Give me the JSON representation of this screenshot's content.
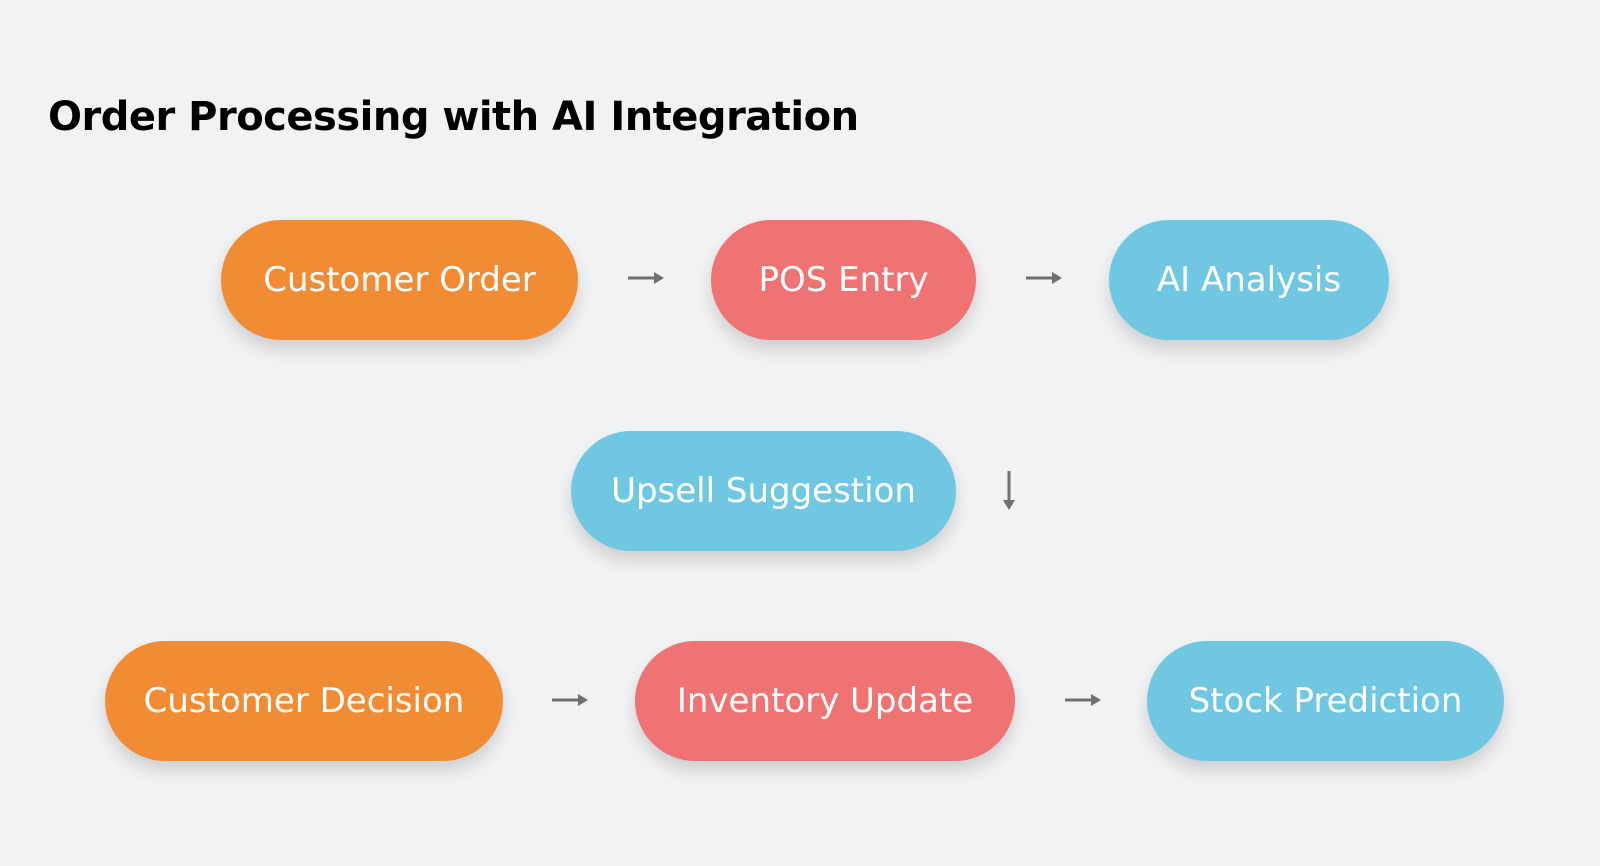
{
  "title": "Order Processing with AI Integration",
  "colors": {
    "orange": "#f28c34",
    "red": "#ef7372",
    "blue": "#6fc7e2",
    "arrow": "#707070",
    "background": "#f1f2f4"
  },
  "nodes": {
    "customer_order": {
      "label": "Customer Order",
      "color": "orange"
    },
    "pos_entry": {
      "label": "POS Entry",
      "color": "red"
    },
    "ai_analysis": {
      "label": "AI Analysis",
      "color": "blue"
    },
    "upsell_suggestion": {
      "label": "Upsell Suggestion",
      "color": "blue"
    },
    "customer_decision": {
      "label": "Customer Decision",
      "color": "orange"
    },
    "inventory_update": {
      "label": "Inventory Update",
      "color": "red"
    },
    "stock_prediction": {
      "label": "Stock Prediction",
      "color": "blue"
    }
  },
  "arrows": [
    {
      "from": "customer_order",
      "to": "pos_entry",
      "direction": "right"
    },
    {
      "from": "pos_entry",
      "to": "ai_analysis",
      "direction": "right"
    },
    {
      "from": "ai_analysis",
      "to": "upsell_suggestion",
      "direction": "down"
    },
    {
      "from": "customer_decision",
      "to": "inventory_update",
      "direction": "right"
    },
    {
      "from": "inventory_update",
      "to": "stock_prediction",
      "direction": "right"
    }
  ]
}
